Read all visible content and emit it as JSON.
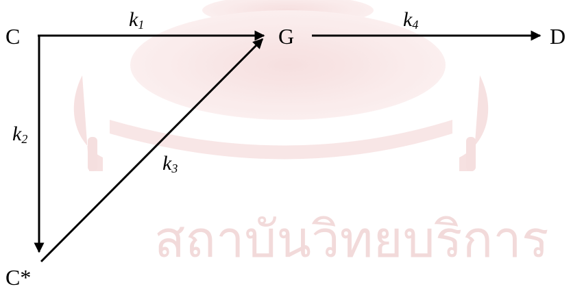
{
  "nodes": {
    "c": "C",
    "g": "G",
    "d": "D",
    "c_star": "C*"
  },
  "rates": {
    "k1": {
      "base": "k",
      "sub": "1"
    },
    "k2": {
      "base": "k",
      "sub": "2"
    },
    "k3": {
      "base": "k",
      "sub": "3"
    },
    "k4": {
      "base": "k",
      "sub": "4"
    }
  },
  "watermark": {
    "text": "สถาบันวิทยบริการ"
  },
  "colors": {
    "ink": "#000000",
    "watermark": "#f2dada"
  }
}
